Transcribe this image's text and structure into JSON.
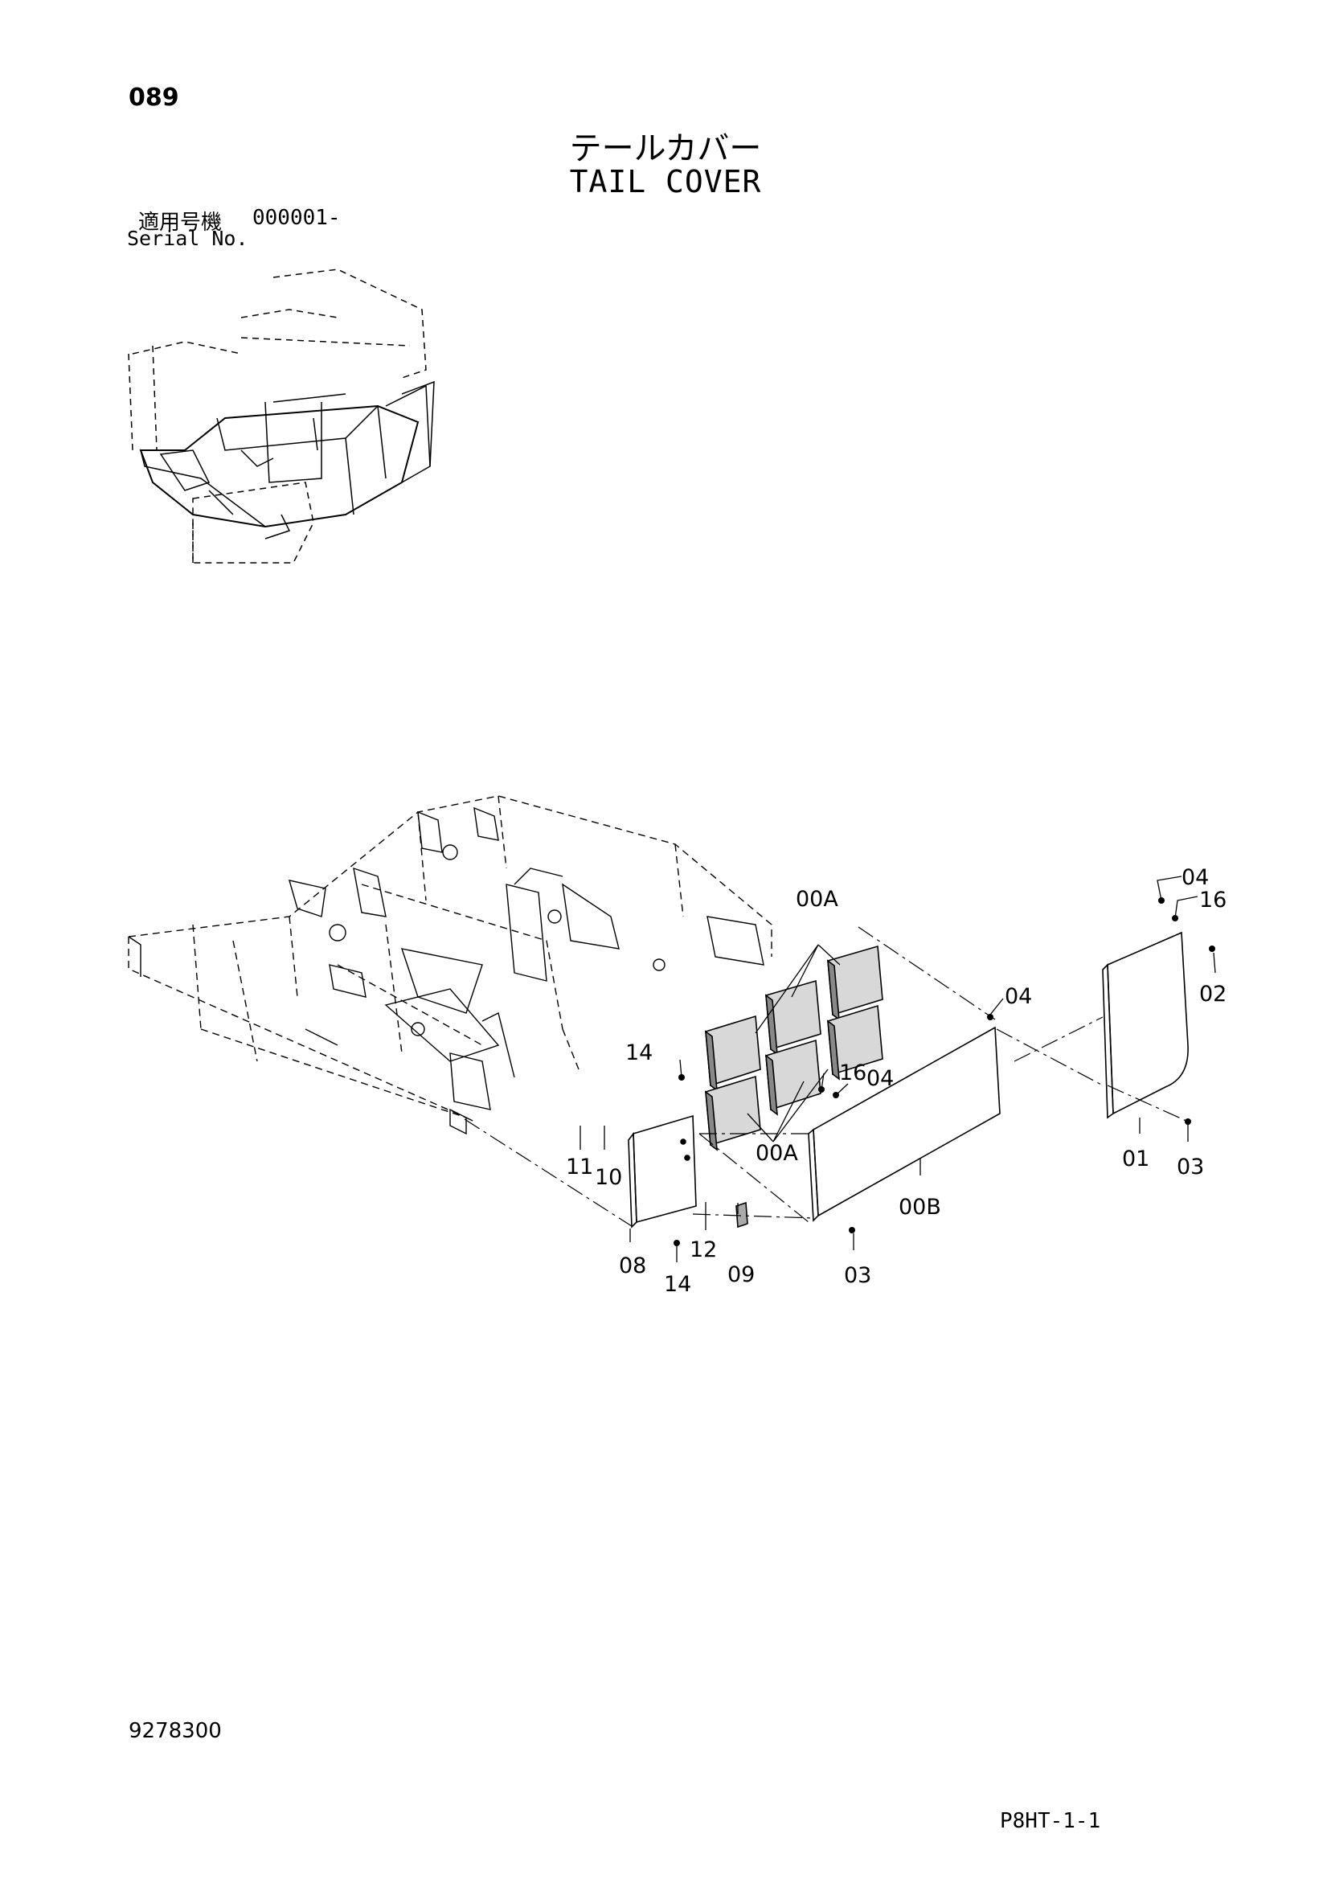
{
  "header": {
    "page_number": "089",
    "title_jp": "テールカバー",
    "title_en": "TAIL COVER"
  },
  "serial": {
    "label_jp": "適用号機",
    "value": "000001-",
    "label_en": "Serial No."
  },
  "footer": {
    "document_number": "9278300",
    "page_code": "P8HT-1-1"
  },
  "callouts": {
    "c00a_top": "00A",
    "c00a_bottom": "00A",
    "c00b": "00B",
    "c01": "01",
    "c02": "02",
    "c03_right": "03",
    "c03_bottom": "03",
    "c04_top": "04",
    "c04_mid": "04",
    "c04_center": "04",
    "c08": "08",
    "c09": "09",
    "c10": "10",
    "c11": "11",
    "c12": "12",
    "c14_top": "14",
    "c14_bottom": "14",
    "c16_top": "16",
    "c16_center": "16"
  }
}
